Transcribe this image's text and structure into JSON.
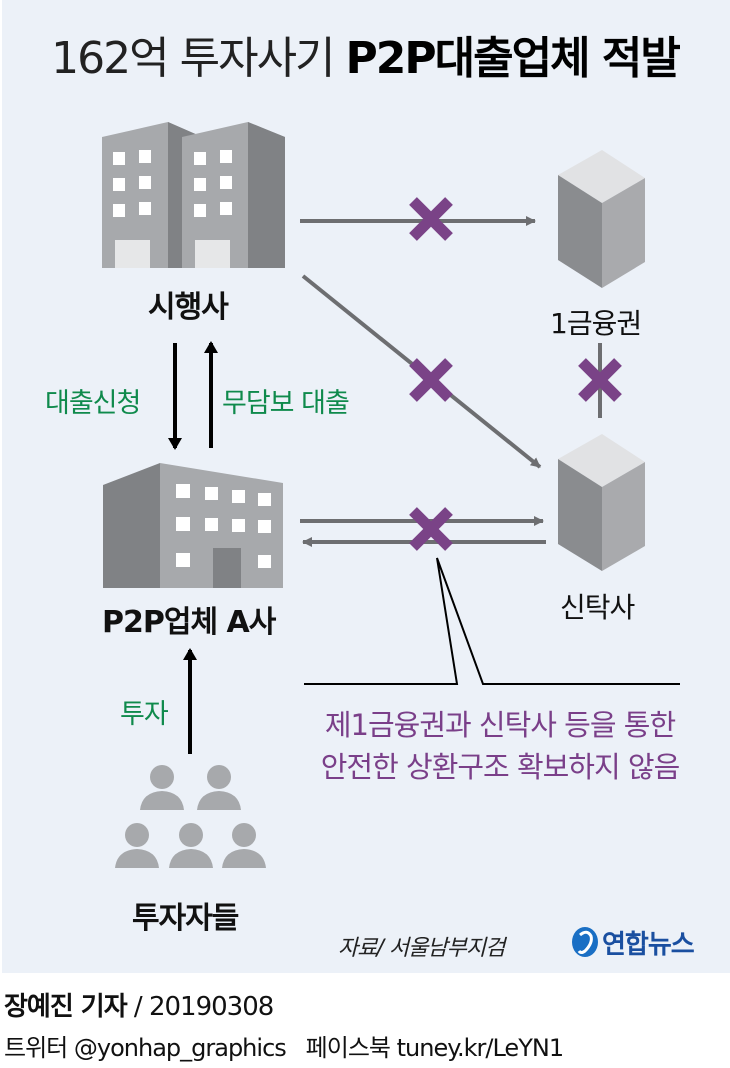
{
  "title": {
    "light": "162억 투자사기",
    "bold": "P2P대출업체 적발"
  },
  "nodes": {
    "developer": "시행사",
    "first_tier_finance": "1금융권",
    "trust_company": "신탁사",
    "p2p_company": "P2P업체 A사",
    "investors": "투자자들"
  },
  "flows": {
    "loan_application": "대출신청",
    "unsecured_loan": "무담보 대출",
    "investment": "투자"
  },
  "annotation": {
    "line1": "제1금융권과 신탁사 등을 통한",
    "line2": "안전한 상환구조 확보하지 않음"
  },
  "source": "자료/ 서울남부지검",
  "logo": {
    "icon": "yonhap-logo-icon",
    "text": "연합뉴스"
  },
  "byline": {
    "reporter": "장예진 기자",
    "date": "/ 20190308"
  },
  "social": {
    "twitter_label": "트위터",
    "twitter_handle": "@yonhap_graphics",
    "facebook_label": "페이스북",
    "facebook_url": "tuney.kr/LeYN1"
  },
  "colors": {
    "background": "#ecf1f8",
    "cross": "#7a4387",
    "green_label": "#0f8a4c",
    "purple_label": "#7a3f89",
    "arrow_gray": "#6d6e71",
    "logo_blue": "#1a4fa0"
  }
}
